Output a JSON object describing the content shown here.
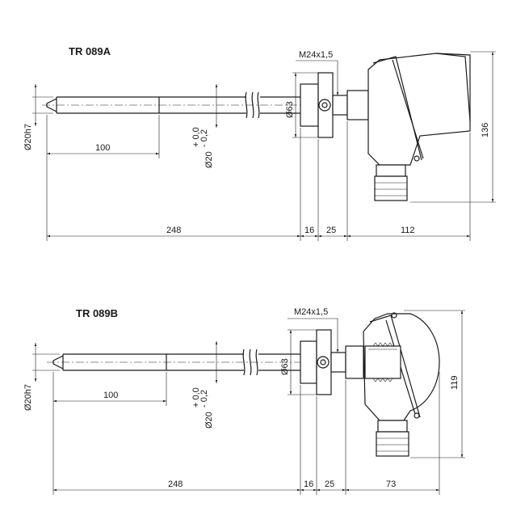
{
  "views": [
    {
      "title": "TR 089A",
      "thread": "M24x1,5",
      "flange_dia": "Ø63",
      "tip_dia": "Ø20h7",
      "tube_dia_main": "Ø20",
      "tube_tol_upper": "+ 0,0",
      "tube_tol_lower": "- 0,2",
      "dim_tip_length": "100",
      "dim_immersion": "248",
      "dim_flange": "16",
      "dim_neck": "25",
      "dim_head": "112",
      "dim_height": "136"
    },
    {
      "title": "TR 089B",
      "thread": "M24x1,5",
      "flange_dia": "Ø63",
      "tip_dia": "Ø20h7",
      "tube_dia_main": "Ø20",
      "tube_tol_upper": "+ 0,0",
      "tube_tol_lower": "- 0,2",
      "dim_tip_length": "100",
      "dim_immersion": "248",
      "dim_flange": "16",
      "dim_neck": "25",
      "dim_head": "73",
      "dim_height": "119"
    }
  ]
}
